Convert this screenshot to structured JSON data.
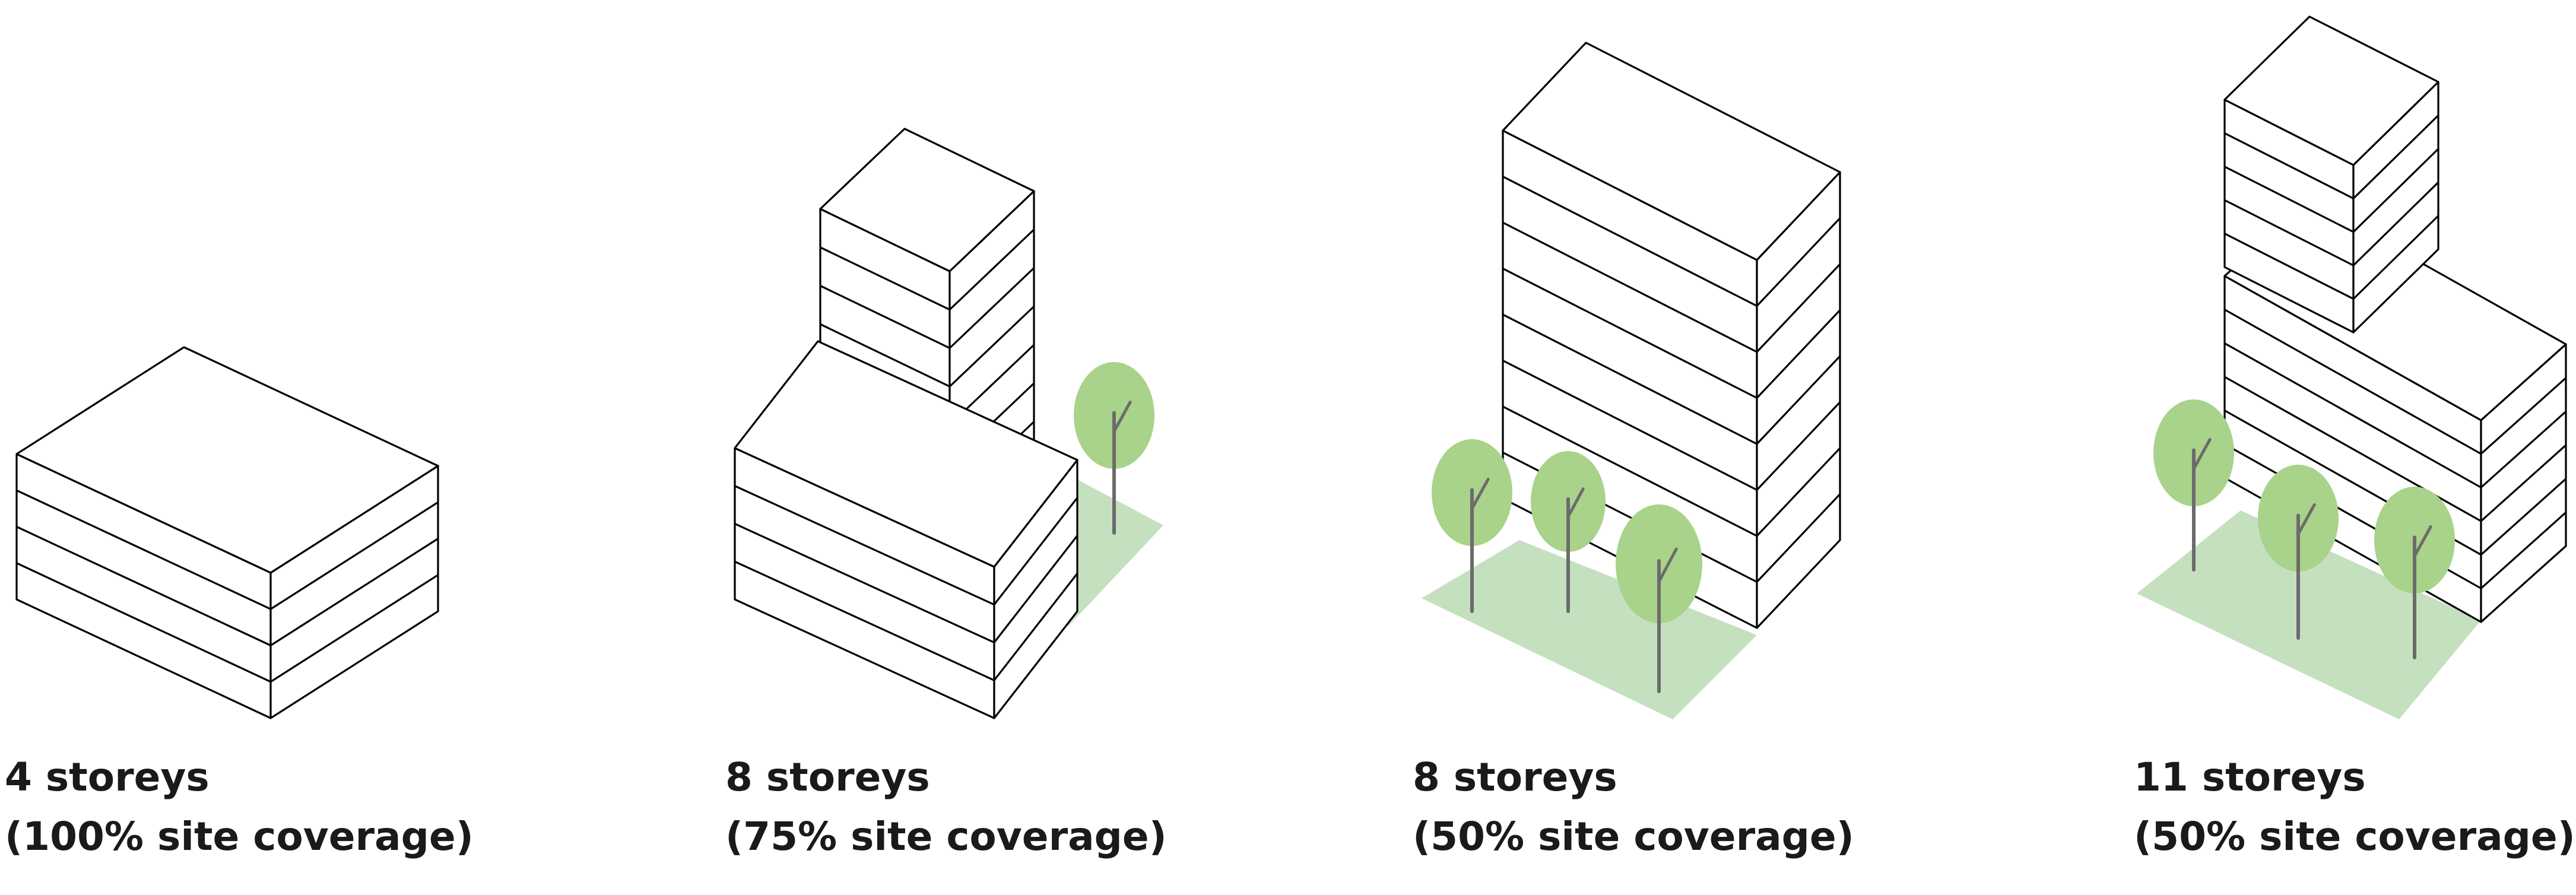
{
  "diagram": {
    "panels": [
      {
        "storeys": 4,
        "coverage_percent": 100,
        "label": "4 storeys",
        "sublabel": "(100% site coverage)",
        "trees": 0
      },
      {
        "storeys": 8,
        "coverage_percent": 75,
        "label": "8 storeys",
        "sublabel": "(75% site coverage)",
        "trees": 1
      },
      {
        "storeys": 8,
        "coverage_percent": 50,
        "label": "8 storeys",
        "sublabel": "(50% site coverage)",
        "trees": 3
      },
      {
        "storeys": 11,
        "coverage_percent": 50,
        "label": "11 storeys",
        "sublabel": "(50% site coverage)",
        "trees": 3
      }
    ]
  },
  "colors": {
    "line": "#000000",
    "building_fill": "#ffffff",
    "ground": "#c5e0bf",
    "tree_canopy": "#a9d28a",
    "tree_trunk": "#6b6b6b",
    "text": "#1a1a1a"
  }
}
